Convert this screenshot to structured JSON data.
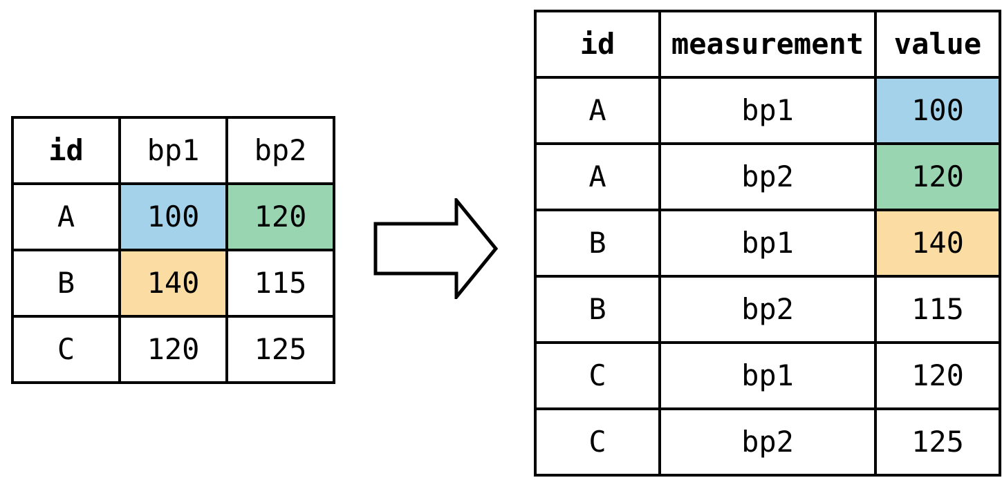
{
  "diagram": {
    "description": "Wide-format table transformed to long-format table",
    "arrow_icon": "right-block-arrow"
  },
  "colors": {
    "blue": "#A3D2EA",
    "green": "#99D5B1",
    "orange": "#FBDCA2",
    "border": "#000000",
    "background": "#FFFFFF"
  },
  "left_table": {
    "headers": [
      {
        "label": "id",
        "bold": true
      },
      {
        "label": "bp1",
        "bold": false
      },
      {
        "label": "bp2",
        "bold": false
      }
    ],
    "rows": [
      [
        {
          "text": "A"
        },
        {
          "text": "100",
          "highlight": "blue"
        },
        {
          "text": "120",
          "highlight": "green"
        }
      ],
      [
        {
          "text": "B"
        },
        {
          "text": "140",
          "highlight": "orange"
        },
        {
          "text": "115"
        }
      ],
      [
        {
          "text": "C"
        },
        {
          "text": "120"
        },
        {
          "text": "125"
        }
      ]
    ]
  },
  "right_table": {
    "headers": [
      {
        "label": "id",
        "bold": true
      },
      {
        "label": "measurement",
        "bold": true
      },
      {
        "label": "value",
        "bold": true
      }
    ],
    "rows": [
      [
        {
          "text": "A"
        },
        {
          "text": "bp1"
        },
        {
          "text": "100",
          "highlight": "blue"
        }
      ],
      [
        {
          "text": "A"
        },
        {
          "text": "bp2"
        },
        {
          "text": "120",
          "highlight": "green"
        }
      ],
      [
        {
          "text": "B"
        },
        {
          "text": "bp1"
        },
        {
          "text": "140",
          "highlight": "orange"
        }
      ],
      [
        {
          "text": "B"
        },
        {
          "text": "bp2"
        },
        {
          "text": "115"
        }
      ],
      [
        {
          "text": "C"
        },
        {
          "text": "bp1"
        },
        {
          "text": "120"
        }
      ],
      [
        {
          "text": "C"
        },
        {
          "text": "bp2"
        },
        {
          "text": "125"
        }
      ]
    ]
  }
}
